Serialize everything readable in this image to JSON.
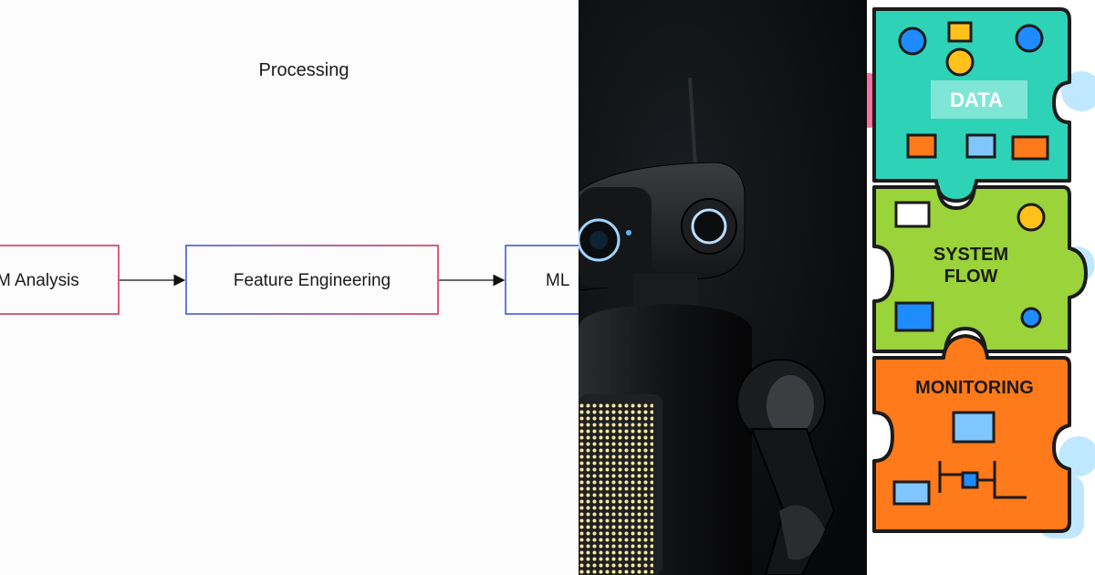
{
  "diagram": {
    "group_label": "Processing",
    "nodes": [
      {
        "label": "M Analysis"
      },
      {
        "label": "Feature Engineering"
      },
      {
        "label": "ML"
      }
    ]
  },
  "puzzle": {
    "pieces": [
      {
        "label": "DATA",
        "color": "#2ed3b7"
      },
      {
        "label_line1": "SYSTEM",
        "label_line2": "FLOW",
        "color": "#9ad33a"
      },
      {
        "label": "MONITORING",
        "color": "#ff7a1a"
      }
    ]
  },
  "colors": {
    "line_gradient_start": "#3b4bd8",
    "line_gradient_end": "#e0234e",
    "node_blue": "#3a4fd6",
    "node_red": "#d8274c"
  }
}
